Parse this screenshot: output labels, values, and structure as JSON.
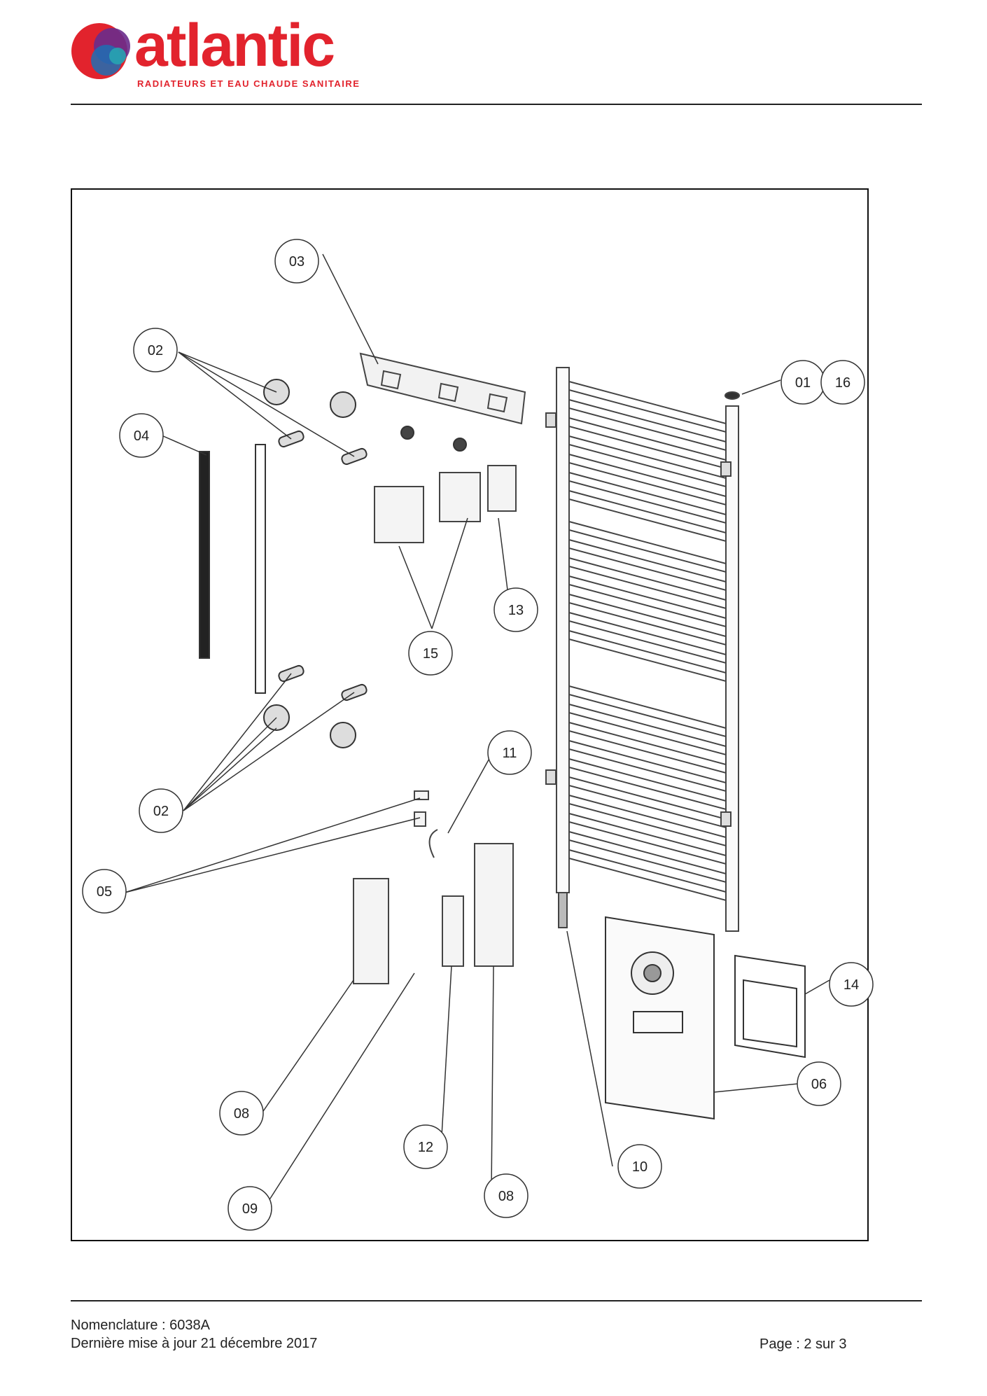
{
  "header": {
    "brand_name": "atlantic",
    "tagline": "RADIATEURS ET EAU CHAUDE SANITAIRE",
    "colors": {
      "brand_red": "#e2232d",
      "logo_purple": "#6a2c8c",
      "logo_blue": "#1f6fb4",
      "logo_teal": "#28a3b0"
    }
  },
  "diagram": {
    "callouts": {
      "c01": "01",
      "c16": "16",
      "c03": "03",
      "c02_top": "02",
      "c04": "04",
      "c13": "13",
      "c15": "15",
      "c11": "11",
      "c02_bottom": "02",
      "c05": "05",
      "c14": "14",
      "c06": "06",
      "c08_left": "08",
      "c12": "12",
      "c10": "10",
      "c08_right": "08",
      "c09": "09"
    }
  },
  "footer": {
    "nomenclature": "Nomenclature : 6038A",
    "last_update": "Dernière mise à jour 21 décembre 2017",
    "page": "Page : 2 sur 3"
  }
}
